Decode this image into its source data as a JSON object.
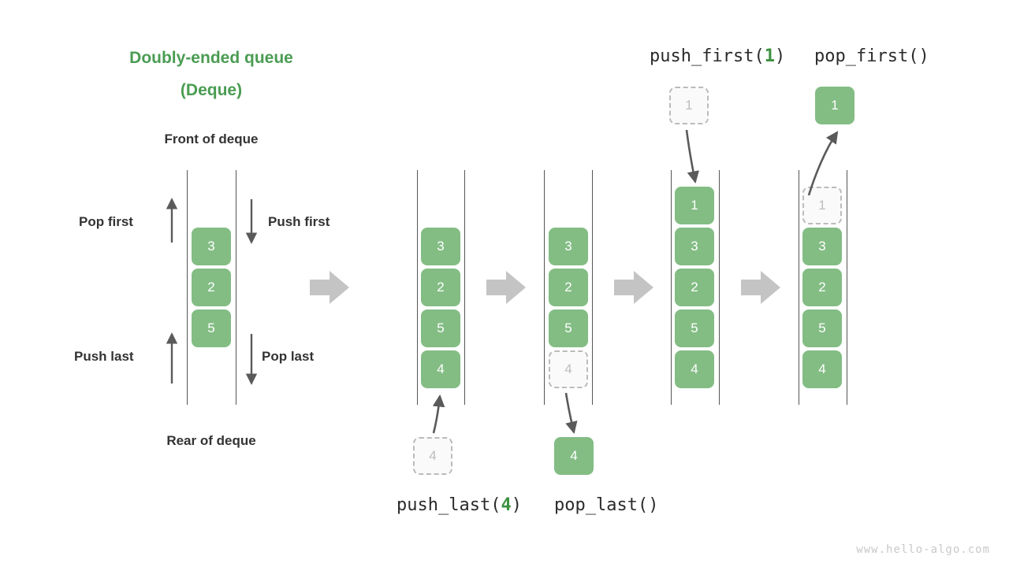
{
  "title": {
    "line1": "Doubly-ended queue",
    "line2": "(Deque)",
    "color": "#4a9c52"
  },
  "labels": {
    "front": "Front of deque",
    "rear": "Rear of deque",
    "pop_first": "Pop first",
    "push_first": "Push first",
    "push_last": "Push last",
    "pop_last": "Pop last"
  },
  "operations": {
    "push_last": {
      "name": "push_last(",
      "arg": "4",
      "close": ")"
    },
    "pop_last": {
      "name": "pop_last()",
      "arg": "",
      "close": ""
    },
    "push_first": {
      "name": "push_first(",
      "arg": "1",
      "close": ")"
    },
    "pop_first": {
      "name": "pop_first()",
      "arg": "",
      "close": ""
    }
  },
  "columns": [
    {
      "name": "initial-deque",
      "cells": [
        {
          "value": "3",
          "state": "filled"
        },
        {
          "value": "2",
          "state": "filled"
        },
        {
          "value": "5",
          "state": "filled"
        }
      ]
    },
    {
      "name": "after-push-last",
      "cells": [
        {
          "value": "3",
          "state": "filled"
        },
        {
          "value": "2",
          "state": "filled"
        },
        {
          "value": "5",
          "state": "filled"
        },
        {
          "value": "4",
          "state": "filled"
        }
      ]
    },
    {
      "name": "before-pop-last",
      "cells": [
        {
          "value": "3",
          "state": "filled"
        },
        {
          "value": "2",
          "state": "filled"
        },
        {
          "value": "5",
          "state": "filled"
        },
        {
          "value": "4",
          "state": "ghost"
        }
      ]
    },
    {
      "name": "after-push-first",
      "cells": [
        {
          "value": "1",
          "state": "filled"
        },
        {
          "value": "3",
          "state": "filled"
        },
        {
          "value": "2",
          "state": "filled"
        },
        {
          "value": "5",
          "state": "filled"
        },
        {
          "value": "4",
          "state": "filled"
        }
      ]
    },
    {
      "name": "before-pop-first",
      "cells": [
        {
          "value": "1",
          "state": "ghost"
        },
        {
          "value": "3",
          "state": "filled"
        },
        {
          "value": "2",
          "state": "filled"
        },
        {
          "value": "5",
          "state": "filled"
        },
        {
          "value": "4",
          "state": "filled"
        }
      ]
    }
  ],
  "floating_cells": {
    "push_last_source": {
      "value": "4",
      "state": "ghost"
    },
    "pop_last_result": {
      "value": "4",
      "state": "filled"
    },
    "push_first_source": {
      "value": "1",
      "state": "ghost"
    },
    "pop_first_result": {
      "value": "1",
      "state": "filled"
    }
  },
  "colors": {
    "cell_fill": "#83bd84",
    "cell_text": "#ffffff",
    "ghost_fill": "#fafafa",
    "ghost_border": "#bbbbbb",
    "ghost_text": "#bdbdbd",
    "rail": "#555555",
    "arrow": "#5a5a5a",
    "flow_arrow": "#c4c4c4",
    "title": "#4a9c52",
    "label": "#333333",
    "watermark": "#c9c9c9"
  },
  "watermark": "www.hello-algo.com"
}
